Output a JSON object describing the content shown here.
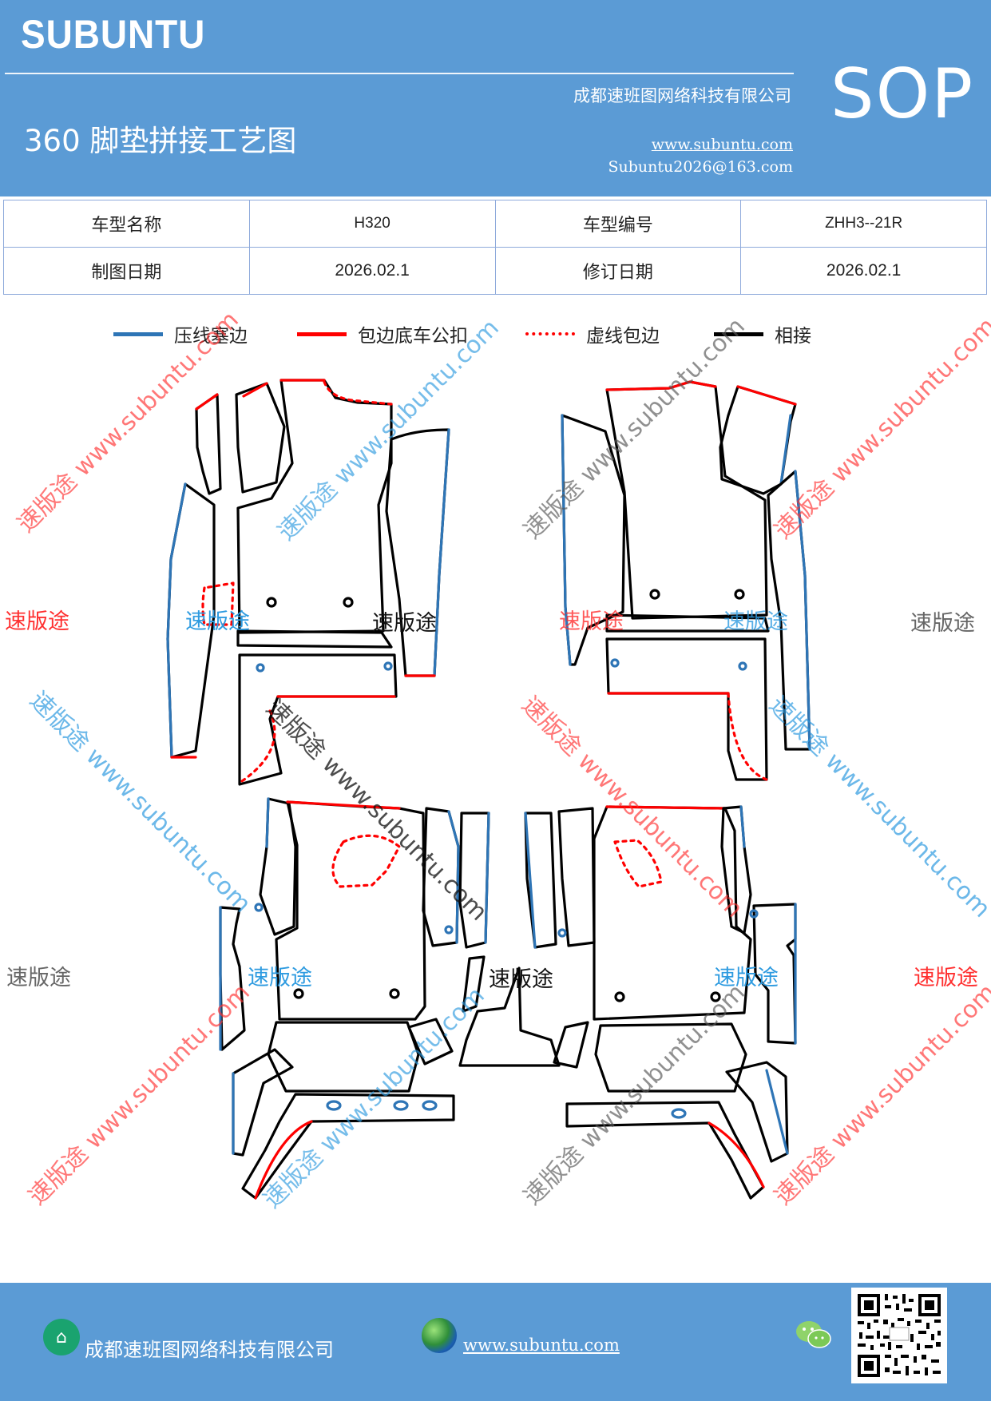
{
  "header": {
    "brand": "SUBUNTU",
    "sop": "SOP",
    "company": "成都速班图网络科技有限公司",
    "title": "360 脚垫拼接工艺图",
    "website": "www.subuntu.com",
    "email": "Subuntu2026@163.com"
  },
  "info_table": {
    "model_name_label": "车型名称",
    "model_name_value": "H320",
    "model_code_label": "车型编号",
    "model_code_value": "ZHH3--21R",
    "draw_date_label": "制图日期",
    "draw_date_value": "2026.02.1",
    "revise_date_label": "修订日期",
    "revise_date_value": "2026.02.1"
  },
  "legend": [
    {
      "label": "压线塞边",
      "color": "#2e75b6",
      "style": "solid"
    },
    {
      "label": "包边底车公扣",
      "color": "#ff0000",
      "style": "solid"
    },
    {
      "label": "虚线包边",
      "color": "#ff0000",
      "style": "dotted"
    },
    {
      "label": "相接",
      "color": "#000000",
      "style": "solid"
    }
  ],
  "watermarks": {
    "short": "速版途",
    "long": "速版途 www.subuntu.com",
    "colors": {
      "red": "#ff3030",
      "blue": "#2e9be0",
      "gray": "#666666",
      "black": "#111111"
    }
  },
  "footer": {
    "company": "成都速班图网络科技有限公司",
    "website": "www.subuntu.com "
  },
  "icons": {
    "company_logo": "home-badge-icon",
    "website": "globe-icon",
    "wechat": "wechat-icon",
    "qr": "qr-code"
  }
}
